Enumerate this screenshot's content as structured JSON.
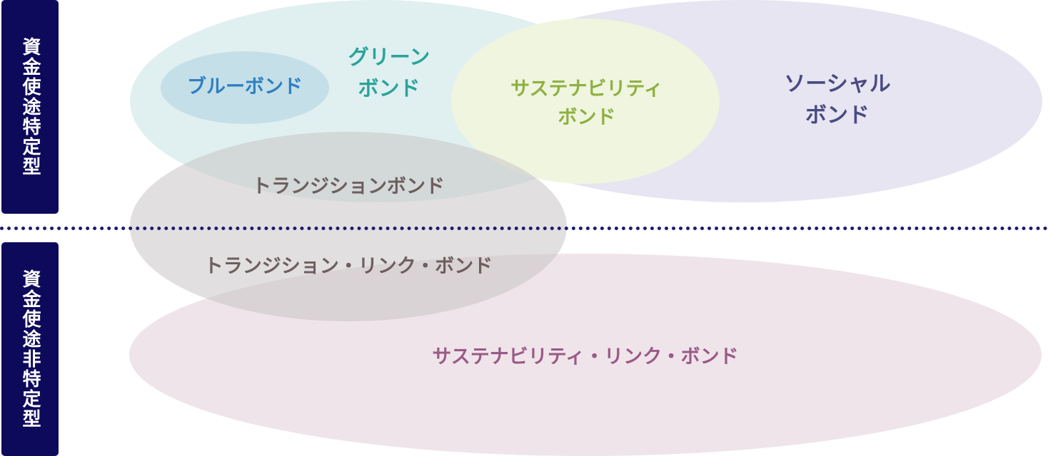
{
  "side_labels": {
    "top": "資金使途特定型",
    "bottom": "資金使途非特定型"
  },
  "bonds": {
    "blue": {
      "line1": "ブルーボンド",
      "color": "#2f7fc0"
    },
    "green": {
      "line1": "グリーン",
      "line2": "ボンド",
      "color": "#2aa39a"
    },
    "sustainability": {
      "line1": "サステナビリティ",
      "line2": "ボンド",
      "color": "#8fb040"
    },
    "social": {
      "line1": "ソーシャル",
      "line2": "ボンド",
      "color": "#4a4a82"
    },
    "transition": {
      "line1": "トランジションボンド",
      "color": "#6e5e5e"
    },
    "transition_linked": {
      "line1": "トランジション・リンク・ボンド",
      "color": "#6e5e5e"
    },
    "sustainability_linked": {
      "line1": "サステナビリティ・リンク・ボンド",
      "color": "#9a5a86"
    }
  },
  "colors": {
    "label_bg": "#0d0a5c",
    "divider": "#1e1a6e",
    "green_fill": "#e0eff0",
    "social_fill": "#e6e5f1",
    "sustainability_fill": "#eff5df",
    "blue_fill": "#c4dfe8",
    "transition_fill": "rgba(200,196,196,0.55)",
    "sll_fill": "#efe4ea"
  }
}
